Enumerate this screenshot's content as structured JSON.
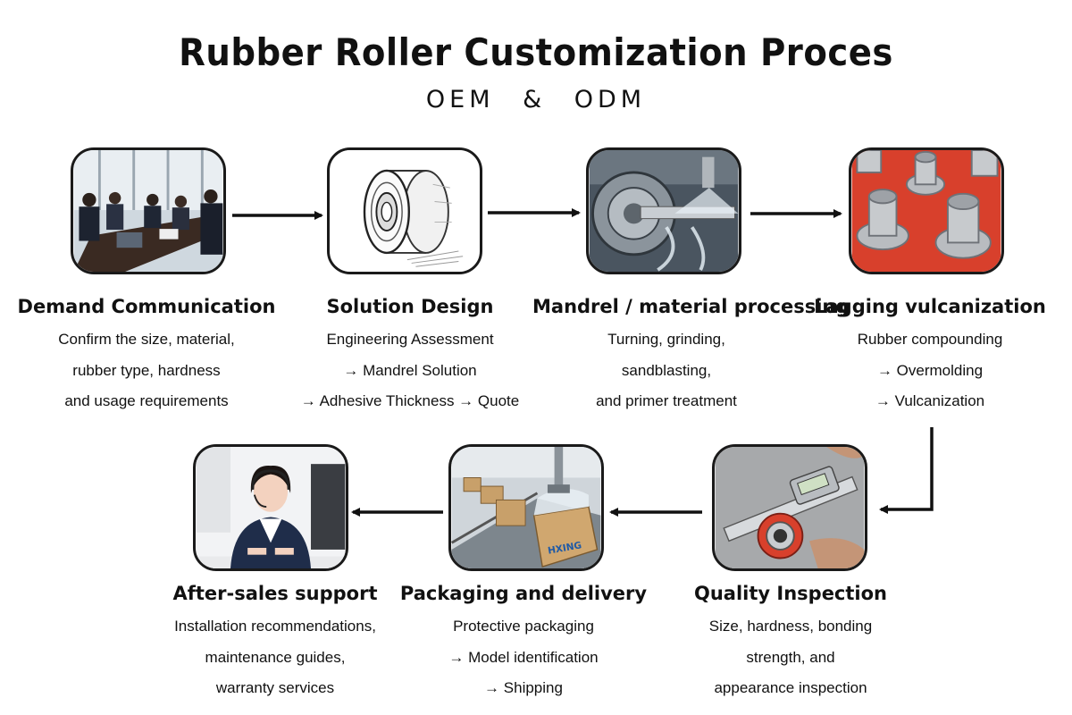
{
  "header": {
    "title": "Rubber Roller Customization Proces",
    "subtitle": "OEM & ODM"
  },
  "steps": [
    {
      "icon": "meeting-photo",
      "title": "Demand Communication",
      "lines": [
        "Confirm the size, material,",
        "rubber type, hardness",
        "and usage requirements"
      ]
    },
    {
      "icon": "roller-sketch",
      "title": "Solution Design",
      "lines": [
        "Engineering Assessment",
        "→ Mandrel Solution",
        "→ Adhesive Thickness → Quote"
      ]
    },
    {
      "icon": "lathe-machining-photo",
      "title": "Mandrel  / material processing",
      "lines": [
        "Turning, grinding,",
        "sandblasting,",
        "and primer treatment"
      ]
    },
    {
      "icon": "vulcanized-rollers-photo",
      "title": "Lagging vulcanization",
      "lines": [
        "Rubber compounding",
        "→ Overmolding",
        "→ Vulcanization"
      ]
    },
    {
      "icon": "caliper-inspection-photo",
      "title": "Quality Inspection",
      "lines": [
        "Size, hardness, bonding",
        "strength, and",
        "appearance inspection"
      ]
    },
    {
      "icon": "packaging-line-photo",
      "title": "Packaging and delivery",
      "lines": [
        "Protective packaging",
        "→ Model identification",
        "→ Shipping"
      ]
    },
    {
      "icon": "support-agent-photo",
      "title": "After-sales support",
      "lines": [
        "Installation recommendations,",
        "maintenance guides,",
        "warranty services"
      ]
    }
  ],
  "colors": {
    "arrow": "#111111",
    "tile_border": "#1a1a1a",
    "rubber_red": "#d8402c"
  },
  "carton_label": "HXING"
}
